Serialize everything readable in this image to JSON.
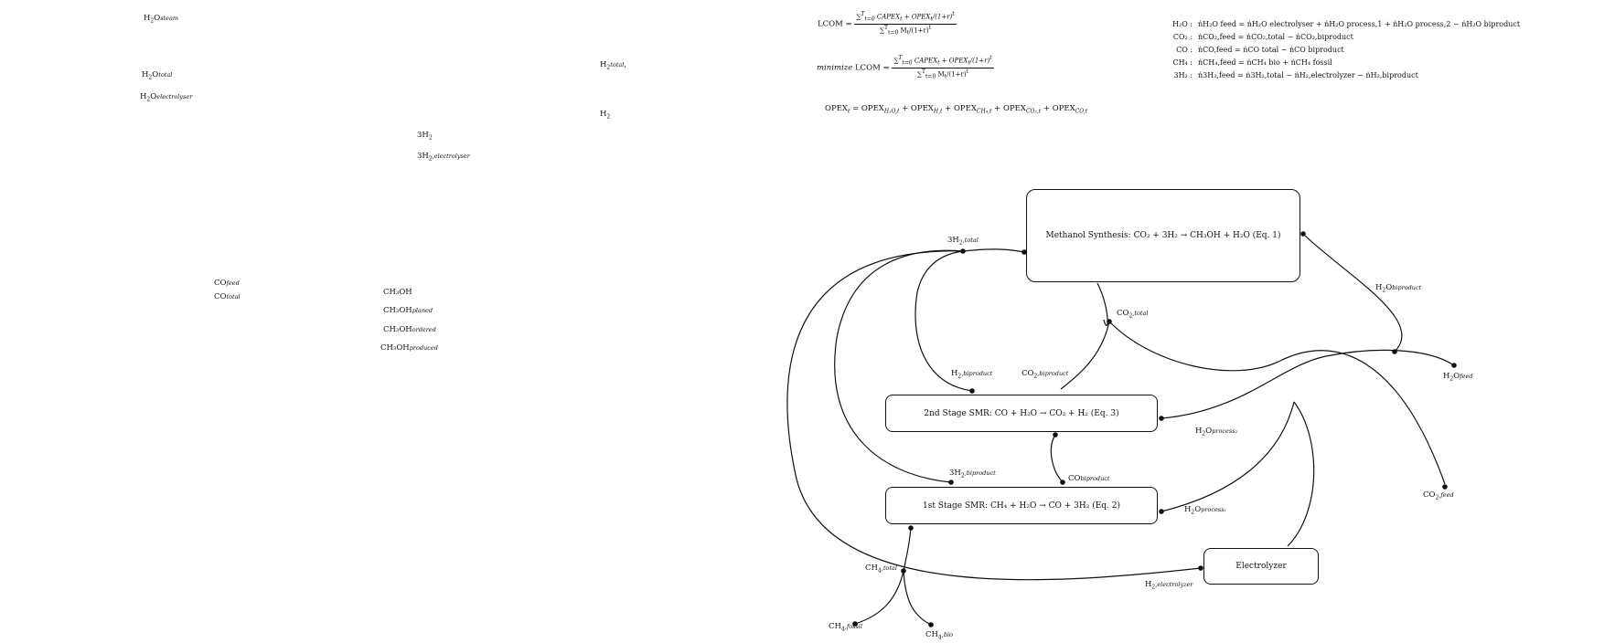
{
  "left_labels": {
    "h2o_steam": [
      "H",
      "2",
      "O",
      "steam"
    ],
    "h2o_total": [
      "H",
      "2",
      "O",
      "total"
    ],
    "h2o_electrolyser": [
      "H",
      "2",
      "O",
      "electrolyser"
    ],
    "h2_total": [
      "H",
      "2",
      "",
      "total"
    ],
    "h2": [
      "H",
      "2",
      "",
      ""
    ],
    "h2_3": [
      "3H",
      "2",
      "",
      ""
    ],
    "h2_3_electrolyser": [
      "3H",
      "2",
      "",
      "electrolyser"
    ],
    "co_feed": [
      "CO",
      "",
      "",
      "feed"
    ],
    "co_total": [
      "CO",
      "",
      "",
      "total"
    ],
    "ch3oh": "CH₃OH",
    "ch3oh_planed": [
      "CH₃OH",
      "planed"
    ],
    "ch3oh_ordered": [
      "CH₃OH",
      "ordered"
    ],
    "ch3oh_produced": [
      "CH₃OH",
      "produced"
    ]
  },
  "equations": {
    "lcom_lhs": "LCOM =",
    "minimize": "minimize",
    "num_sum": "∑ᵀₜ₌₀",
    "capex": "CAPEX",
    "opex": "OPEX",
    "plus": "+",
    "denom_1r": "(1+r)ᵗ",
    "mt": "M",
    "opex_line": "OPEXₜ = OPEX",
    "opex_terms": [
      "H₂O,t",
      "H,t",
      "CH₄,t",
      "CO₂,t",
      "CO,t"
    ]
  },
  "balance": {
    "rows": [
      {
        "tag": "H₂O :",
        "eq": "ṅH₂O feed = ṅH₂O electrolyser + ṅH₂O process,1 + ṅH₂O process,2 − ṅH₂O biproduct"
      },
      {
        "tag": "CO₂ :",
        "eq": "ṅCO₂,feed = ṅCO₂,total − ṅCO₂,biproduct"
      },
      {
        "tag": "CO :",
        "eq": "ṅCO,feed = ṅCO total − ṅCO biproduct"
      },
      {
        "tag": "CH₄ :",
        "eq": "ṅCH₄,feed = ṅCH₄ bio + ṅCH₄ fossil"
      },
      {
        "tag": "3H₂ :",
        "eq": "ṅ3H₂,feed = ṅ3H₂,total − ṅH₂,electrolyzer − ṅH₂,biproduct"
      }
    ]
  },
  "boxes": {
    "methanol": "Methanol Synthesis:   CO₂ + 3H₂ → CH₃OH + H₂O    (Eq. 1)",
    "smr2": "2nd Stage SMR:   CO + H₂O → CO₂ + H₂    (Eq. 3)",
    "smr1": "1st Stage SMR:   CH₄ + H₂O → CO + 3H₂    (Eq. 2)",
    "electrolyzer": "Electrolyzer"
  },
  "flow_labels": {
    "h2_3_total": [
      "3H",
      "2",
      "total"
    ],
    "co2_total": [
      "CO",
      "2",
      "total"
    ],
    "h2o_biproduct": [
      "H",
      "2",
      "O",
      "biproduct"
    ],
    "h2_biproduct": [
      "H",
      "2",
      "biproduct"
    ],
    "co2_biproduct": [
      "CO",
      "2",
      "biproduct"
    ],
    "h2o_feed": [
      "H",
      "2",
      "O",
      "feed"
    ],
    "h2o_process2": [
      "H",
      "2",
      "O",
      "process₂"
    ],
    "h2_3_biproduct": [
      "3H",
      "2",
      "biproduct"
    ],
    "co_biproduct": [
      "CO",
      "",
      "biproduct"
    ],
    "co2_feed": [
      "CO",
      "2",
      "feed"
    ],
    "h2o_process1": [
      "H",
      "2",
      "O",
      "process₁"
    ],
    "ch4_total": [
      "CH",
      "4",
      "total"
    ],
    "h2_electrolyzer": [
      "H",
      "2",
      "electrolyzer"
    ],
    "ch4_fossil": [
      "CH",
      "4",
      "fossil"
    ],
    "ch4_bio": [
      "CH",
      "4",
      "bio"
    ]
  }
}
